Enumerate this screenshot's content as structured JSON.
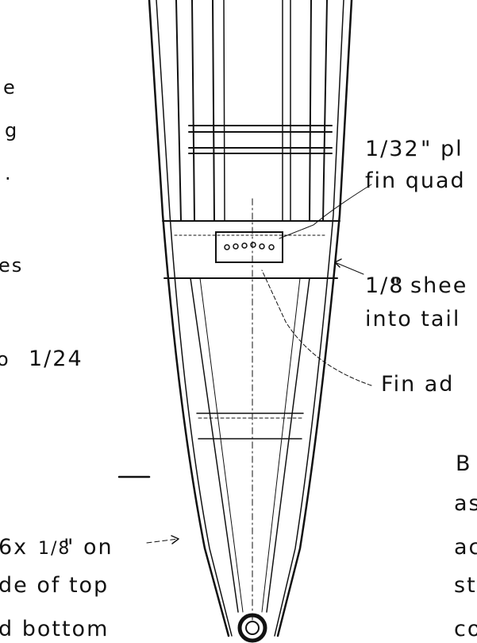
{
  "labels": {
    "left": {
      "line1": "e",
      "line2": "g",
      "line3": ".",
      "line4": "es",
      "line5": "o",
      "line6_frac": "1/24",
      "line7": "6x",
      "line7_frac": "1/8",
      "line7_end": "\" on",
      "line8": "de of top",
      "line9": "d bottom"
    },
    "right": {
      "ply_frac": "1/32",
      "ply_text": "\" pl",
      "fin_quad": "fin quad",
      "sheet_frac": "1/8",
      "sheet_text": "\" shee",
      "into_tail": "into tail",
      "fin_ad": "Fin ad",
      "b": "B",
      "as": "as",
      "ac": "ac",
      "st": "st",
      "co": "co"
    }
  },
  "colors": {
    "ink": "#111111",
    "paper": "#ffffff"
  }
}
